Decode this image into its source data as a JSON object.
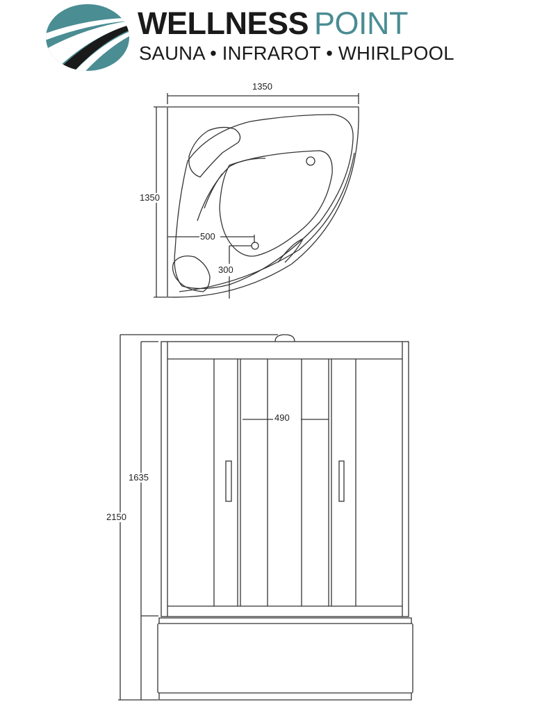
{
  "logo": {
    "brand_bold": "WELLNESS",
    "brand_light": "POINT",
    "tagline": "SAUNA • INFRAROT • WHIRLPOOL",
    "colors": {
      "teal": "#4a8d93",
      "dark": "#1a1a1a"
    },
    "icon": "swoosh-circle-icon"
  },
  "top_view": {
    "width_label": "1350",
    "depth_label": "1350",
    "drain_offset_x": "500",
    "drain_offset_y": "300"
  },
  "front_view": {
    "total_height_label": "2150",
    "cabin_height_label": "1635",
    "door_width_label": "490"
  },
  "line_color": "#333333"
}
